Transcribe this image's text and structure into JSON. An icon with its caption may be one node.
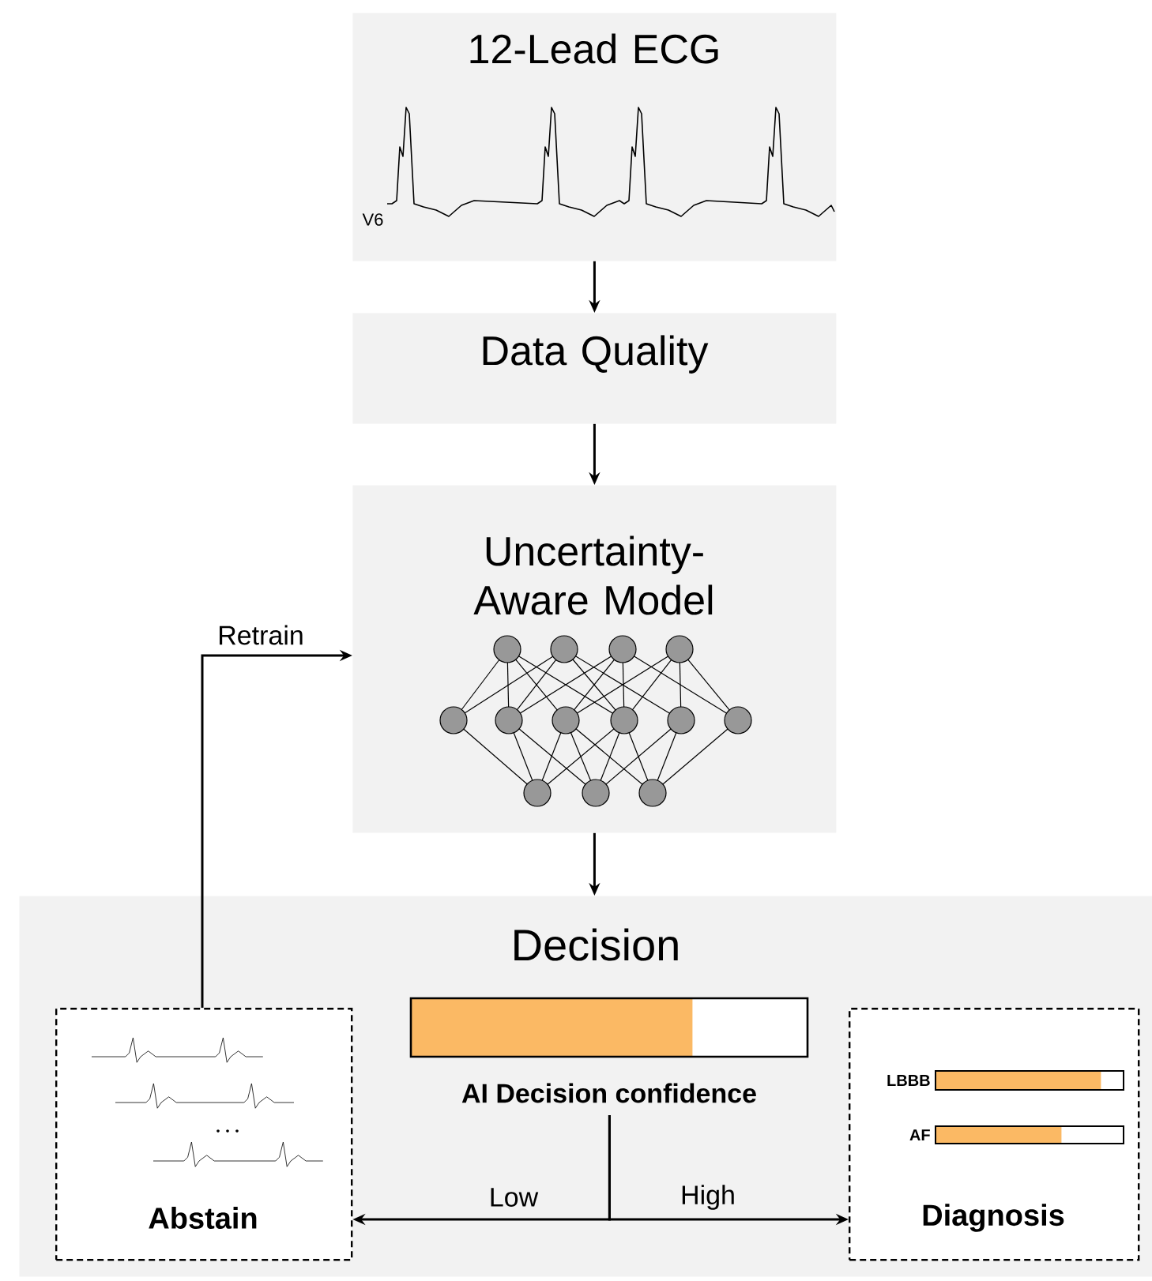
{
  "diagram": {
    "nodes": [
      {
        "text": [
          "12-Lead ECG"
        ]
      },
      {
        "text": [
          "Data Quality"
        ]
      },
      {
        "text": [
          "Uncertainty-Aware Model"
        ]
      },
      {
        "text": [
          "Decision"
        ]
      },
      {
        "text": [
          "Abstain"
        ],
        "in": 3
      },
      {
        "text": [
          "Diagnosis"
        ],
        "in": 3
      },
      {
        "text": [
          "AI Decision confidence"
        ],
        "in": 3
      },
      {
        "text": [
          "LBBB"
        ],
        "in": 5
      },
      {
        "text": [
          "AF"
        ],
        "in": 5
      }
    ],
    "edges": [
      {
        "from": 0,
        "to": 1,
        "arrow": "to"
      },
      {
        "from": 1,
        "to": 2,
        "arrow": "to"
      },
      {
        "from": 2,
        "to": 3,
        "arrow": "to"
      },
      {
        "from": 4,
        "to": 2,
        "arrow": "to",
        "label": "Retrain"
      },
      {
        "from": 6,
        "to": 4,
        "arrow": "to",
        "label": "Low"
      },
      {
        "from": 6,
        "to": 5,
        "arrow": "to",
        "label": "High"
      }
    ],
    "labels": [
      "V6"
    ]
  }
}
